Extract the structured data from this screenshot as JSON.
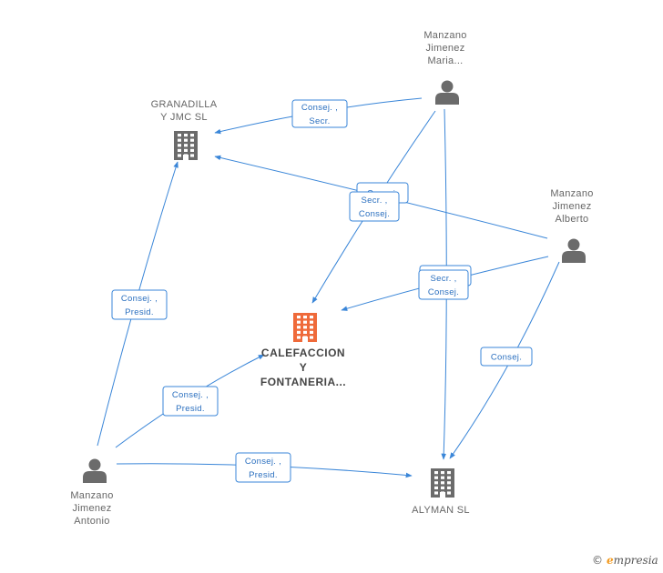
{
  "colors": {
    "edge": "#3a86d8",
    "company": "#6b6b6b",
    "company_main": "#ef6a3a",
    "person": "#6b6b6b",
    "brand_accent": "#f29a1f"
  },
  "nodes": {
    "maria": {
      "type": "person",
      "icon": "person-icon",
      "label": [
        "Manzano",
        "Jimenez",
        "Maria..."
      ]
    },
    "alberto": {
      "type": "person",
      "icon": "person-icon",
      "label": [
        "Manzano",
        "Jimenez",
        "Alberto"
      ]
    },
    "antonio": {
      "type": "person",
      "icon": "person-icon",
      "label": [
        "Manzano",
        "Jimenez",
        "Antonio"
      ]
    },
    "granadilla": {
      "type": "company",
      "icon": "building-icon",
      "label": [
        "GRANADILLA",
        "Y JMC SL"
      ]
    },
    "calefaccion": {
      "type": "company-main",
      "icon": "building-icon",
      "label": [
        "CALEFACCION",
        "Y",
        "FONTANERIA..."
      ]
    },
    "alyman": {
      "type": "company",
      "icon": "building-icon",
      "label": [
        "ALYMAN SL"
      ]
    }
  },
  "edges": [
    {
      "id": "maria-granadilla",
      "label": [
        "Consej. ,",
        "Secr."
      ]
    },
    {
      "id": "alberto-granadilla",
      "label": [
        "Consej."
      ]
    },
    {
      "id": "maria-calefaccion",
      "label": [
        "Secr. ,",
        "Consej."
      ]
    },
    {
      "id": "maria-alyman",
      "label": [
        "Consej."
      ]
    },
    {
      "id": "alberto-calefaccion",
      "label": [
        "Secr. ,",
        "Consej."
      ]
    },
    {
      "id": "alberto-alyman",
      "label": [
        "Consej."
      ]
    },
    {
      "id": "antonio-granadilla",
      "label": [
        "Consej. ,",
        "Presid."
      ]
    },
    {
      "id": "antonio-calefaccion",
      "label": [
        "Consej. ,",
        "Presid."
      ]
    },
    {
      "id": "antonio-alyman",
      "label": [
        "Consej. ,",
        "Presid."
      ]
    }
  ],
  "brand": {
    "copyright": "©",
    "initial": "e",
    "name": "mpresia"
  }
}
